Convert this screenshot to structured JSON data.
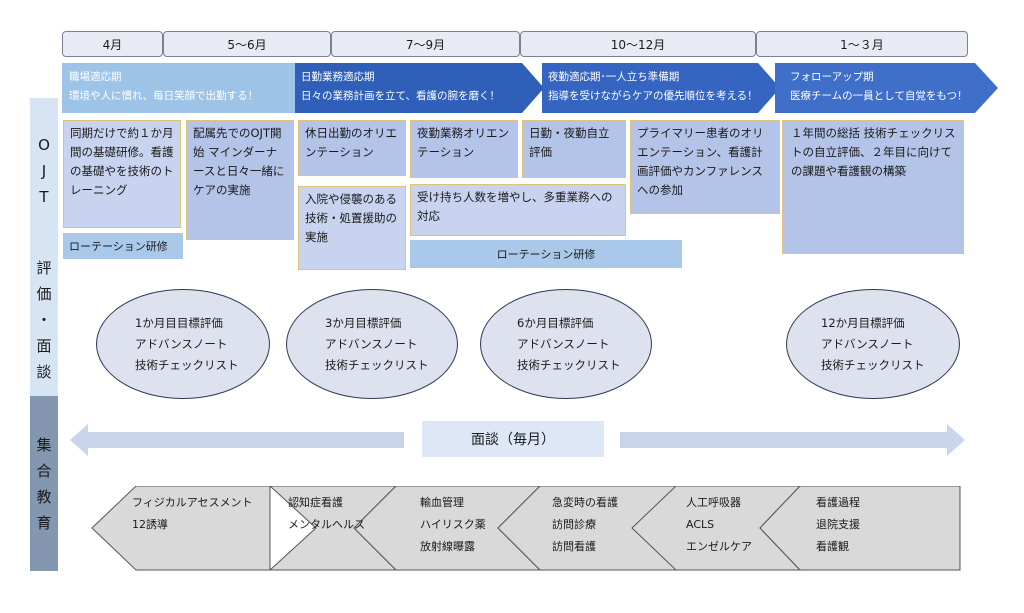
{
  "months": [
    "4月",
    "5～6月",
    "7～9月",
    "10～12月",
    "1～３月"
  ],
  "phases": [
    {
      "title": "職場適応期",
      "desc": "環境や人に慣れ、毎日笑顔で出勤する！"
    },
    {
      "title": "日勤業務適応期",
      "desc": "日々の業務計画を立て、看護の腕を磨く！"
    },
    {
      "title": "夜勤適応期･一人立ち準備期",
      "desc": "指導を受けながらケアの優先順位を考える！"
    },
    {
      "title": "フォローアップ期",
      "desc": "医療チームの一員として自覚をもつ！"
    }
  ],
  "side_labels": {
    "ojt": [
      "O",
      "J",
      "T"
    ],
    "eval": [
      "評",
      "価",
      "・",
      "面",
      "談"
    ],
    "group": [
      "集",
      "合",
      "教",
      "育"
    ]
  },
  "ojt_boxes": [
    {
      "text": "同期だけで約１か月間の基礎研修。看護の基礎やを技術のトレーニング"
    },
    {
      "text": "配属先でのOJT開始 マインダーナースと日々一緒にケアの実施"
    },
    {
      "text": "休日出勤のオリエンテーション"
    },
    {
      "text": "入院や侵襲のある技術・処置援助の実施"
    },
    {
      "text": "夜勤業務オリエンテーション"
    },
    {
      "text": "日勤・夜勤自立評価"
    },
    {
      "text": "受け持ち人数を増やし、多重業務への対応"
    },
    {
      "text": "プライマリー患者のオリエンテーション、看護計画評価やカンファレンスへの参加"
    },
    {
      "text": "１年間の総括 技術チェックリストの自立評価、２年目に向けての課題や看護観の構築"
    }
  ],
  "rotations": [
    "ローテーション研修",
    "ローテーション研修"
  ],
  "evaluations": [
    {
      "title": "1か月目目標評価",
      "line2": "アドバンスノート",
      "line3": "技術チェックリスト"
    },
    {
      "title": "3か月目標評価",
      "line2": "アドバンスノート",
      "line3": "技術チェックリスト"
    },
    {
      "title": "6か月目標評価",
      "line2": "アドバンスノート",
      "line3": "技術チェックリスト"
    },
    {
      "title": "12か月目標評価",
      "line2": "アドバンスノート",
      "line3": "技術チェックリスト"
    }
  ],
  "interview_label": "面談（毎月）",
  "training": [
    [
      "フィジカルアセスメント",
      "12誘導"
    ],
    [
      "認知症看護",
      "メンタルヘルス"
    ],
    [
      "輸血管理",
      "ハイリスク薬",
      "放射線曝露"
    ],
    [
      "急変時の看護",
      "訪問診療",
      "訪問看護"
    ],
    [
      "人工呼吸器",
      "ACLS",
      "エンゼルケア"
    ],
    [
      "看護過程",
      "退院支援",
      "看護観"
    ]
  ],
  "colors": {
    "phase1": "#9dc3e6",
    "phase_dark": "#2f5fb8",
    "side_light": "#d6e4f4",
    "side_dark": "#8497b0",
    "arrow": "#c9d5ea",
    "chevron": "#d9d9d9"
  }
}
